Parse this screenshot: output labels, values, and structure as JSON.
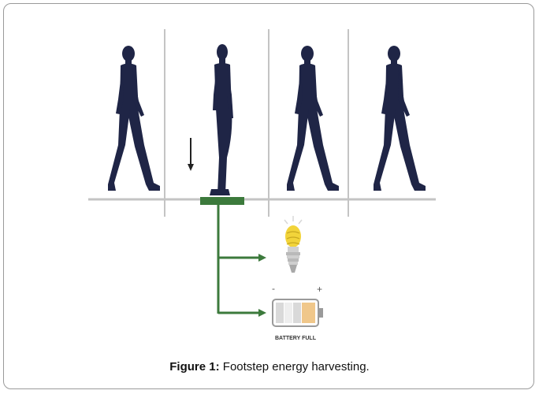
{
  "figure": {
    "caption_label": "Figure 1:",
    "caption_text": " Footstep energy harvesting.",
    "battery_label": "BATTERY FULL",
    "battery_minus": "-",
    "battery_plus": "+"
  },
  "colors": {
    "silhouette": "#1f2546",
    "floor": "#c4c4c4",
    "divider": "#b0b0b0",
    "plate": "#3c7a3c",
    "wire": "#3c7a3c",
    "bulb": "#f2d43a",
    "battery_charge": "#f0c78a"
  },
  "icons": [
    "walking-person-icon",
    "down-arrow-icon",
    "light-bulb-icon",
    "battery-icon"
  ]
}
